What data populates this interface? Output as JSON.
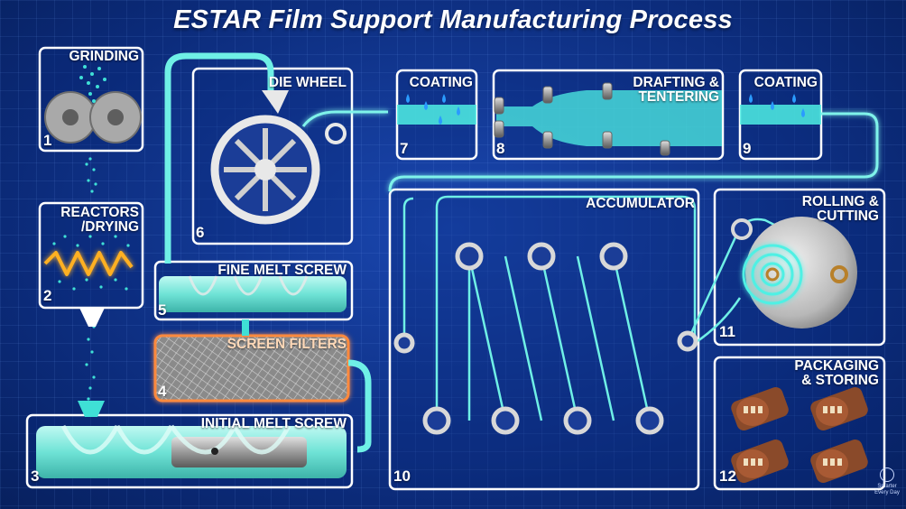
{
  "title": "ESTAR Film Support Manufacturing Process",
  "steps": [
    {
      "num": "1",
      "label": "GRINDING"
    },
    {
      "num": "2",
      "label_line1": "REACTORS",
      "label_line2": "/DRYING"
    },
    {
      "num": "3",
      "label": "INITIAL MELT SCREW"
    },
    {
      "num": "4",
      "label": "SCREEN FILTERS"
    },
    {
      "num": "5",
      "label": "FINE MELT SCREW"
    },
    {
      "num": "6",
      "label": "DIE WHEEL"
    },
    {
      "num": "7",
      "label": "COATING"
    },
    {
      "num": "8",
      "label_line1": "DRAFTING &",
      "label_line2": "TENTERING"
    },
    {
      "num": "9",
      "label": "COATING"
    },
    {
      "num": "10",
      "label": "ACCUMULATOR"
    },
    {
      "num": "11",
      "label_line1": "ROLLING &",
      "label_line2": "CUTTING"
    },
    {
      "num": "12",
      "label_line1": "PACKAGING",
      "label_line2": "& STORING"
    }
  ],
  "watermark": {
    "line1": "Smarter",
    "line2": "Every Day"
  },
  "colors": {
    "background": "#0c2c80",
    "panel_border": "#ffffff",
    "film": "#5ff0e6",
    "screen_filter_glow": "#ff8a3c",
    "heater_wave": "#ffb020"
  }
}
